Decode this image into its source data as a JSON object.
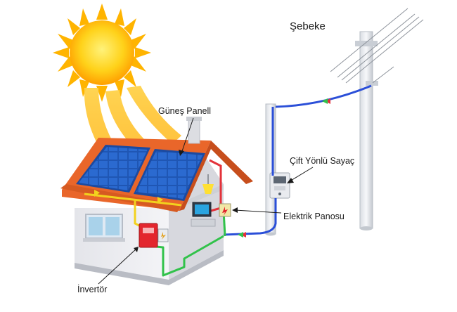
{
  "labels": {
    "grid": "Şebeke",
    "solar_panel": "Güneş Panell",
    "bidirectional_meter": "Çift Yönlü Sayaç",
    "electric_panel": "Elektrik Panosu",
    "inverter": "İnvertör"
  },
  "colors": {
    "sun_core": "#ffcc00",
    "sun_rays": "#ffb400",
    "roof": "#e9662a",
    "panel": "#1f56b4",
    "wall": "#ececf0",
    "dc_line": "#f2d21e",
    "ac_line_house": "#31c24a",
    "grid_line": "#2b4fd8",
    "red_line": "#e3323a",
    "inverter": "#e3262e"
  }
}
